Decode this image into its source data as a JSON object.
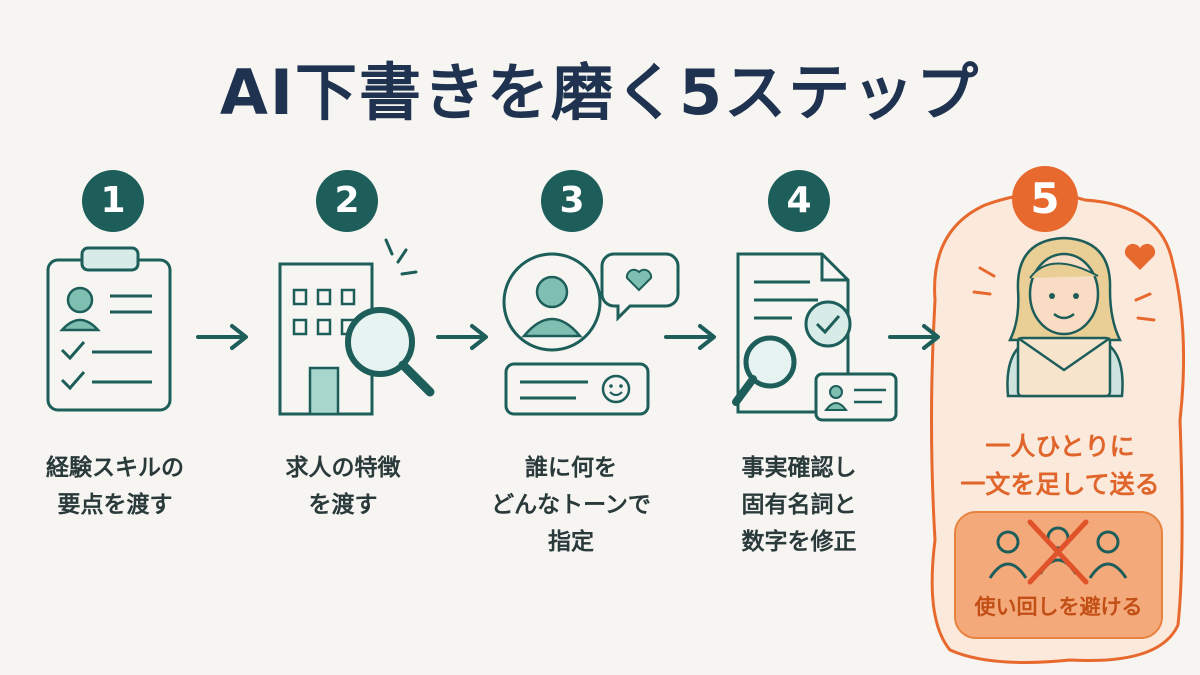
{
  "title": "AI下書きを磨く5ステップ",
  "steps": [
    {
      "number": "1",
      "caption": "経験スキルの\n要点を渡す"
    },
    {
      "number": "2",
      "caption": "求人の特徴\nを渡す"
    },
    {
      "number": "3",
      "caption": "誰に何を\nどんなトーンで\n指定"
    },
    {
      "number": "4",
      "caption": "事実確認し\n固有名詞と\n数字を修正"
    },
    {
      "number": "5",
      "caption": "一人ひとりに\n一文を足して送る",
      "note": "使い回しを避ける"
    }
  ],
  "colors": {
    "teal": "#1e5e5a",
    "orange": "#e8692e",
    "navy": "#1f3350",
    "background": "#f6f5f1"
  }
}
